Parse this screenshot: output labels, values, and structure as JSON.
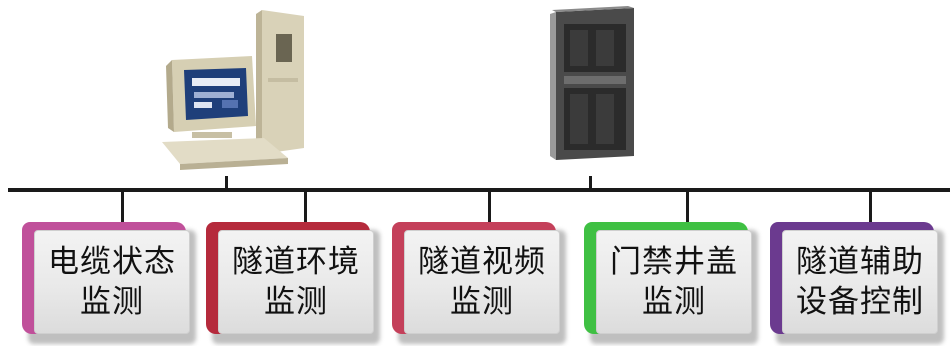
{
  "diagram": {
    "devices": [
      {
        "name": "computer-workstation",
        "icon": "desktop-computer-icon"
      },
      {
        "name": "server-rack",
        "icon": "server-cabinet-icon"
      }
    ],
    "modules": [
      {
        "line1": "电缆状态",
        "line2": "监测",
        "color": "#c0509a"
      },
      {
        "line1": "隧道环境",
        "line2": "监测",
        "color": "#b52a3c"
      },
      {
        "line1": "隧道视频",
        "line2": "监测",
        "color": "#c4405a"
      },
      {
        "line1": "门禁井盖",
        "line2": "监测",
        "color": "#3fc043"
      },
      {
        "line1": "隧道辅助",
        "line2": "设备控制",
        "color": "#6b3a8f"
      }
    ]
  }
}
